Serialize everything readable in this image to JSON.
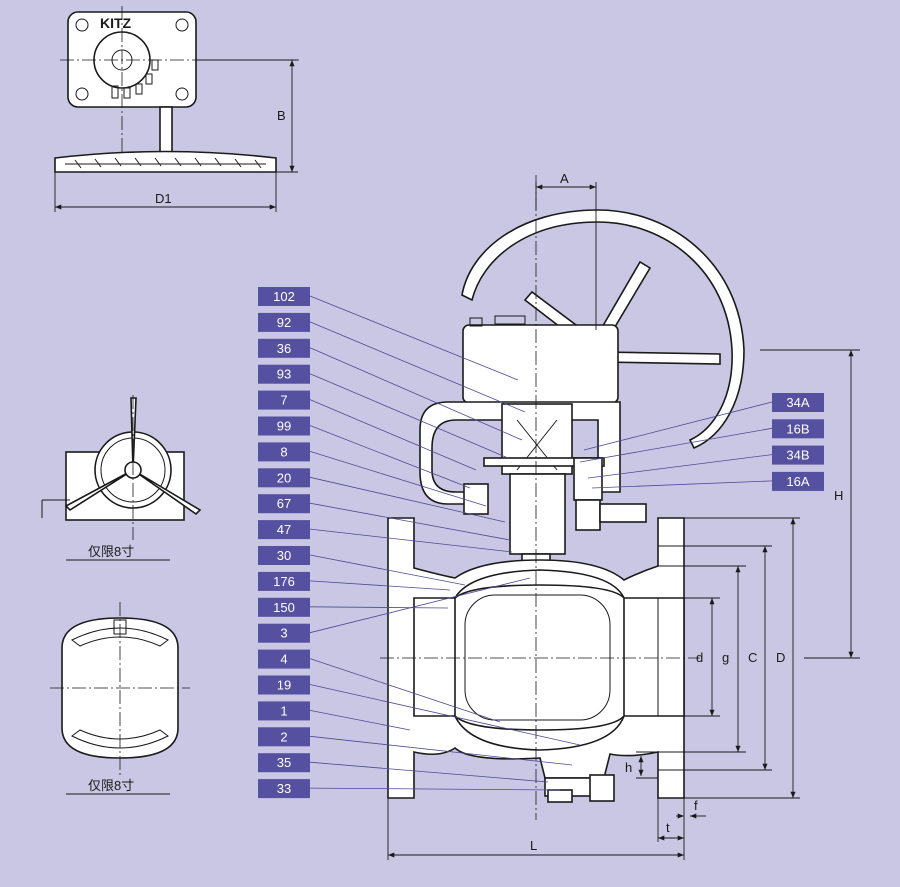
{
  "part_labels_left": [
    "102",
    "92",
    "36",
    "93",
    "7",
    "99",
    "8",
    "20",
    "67",
    "47",
    "30",
    "176",
    "150",
    "3",
    "4",
    "19",
    "1",
    "2",
    "35",
    "33"
  ],
  "part_labels_right": [
    "34A",
    "16B",
    "34B",
    "16A"
  ],
  "dimensions": {
    "A": "A",
    "B": "B",
    "D1": "D1",
    "H": "H",
    "d": "d",
    "g": "g",
    "C": "C",
    "D": "D",
    "h": "h",
    "f": "f",
    "t": "t",
    "L": "L"
  },
  "notes": {
    "wheel_view_note": "仅限8寸",
    "ball_view_note": "仅限8寸"
  },
  "gearbox_brand": "KITZ",
  "colors": {
    "background": "#c9c7e3",
    "label_box": "#55509f",
    "label_text": "#ffffff",
    "leader": "#4e4a96"
  }
}
